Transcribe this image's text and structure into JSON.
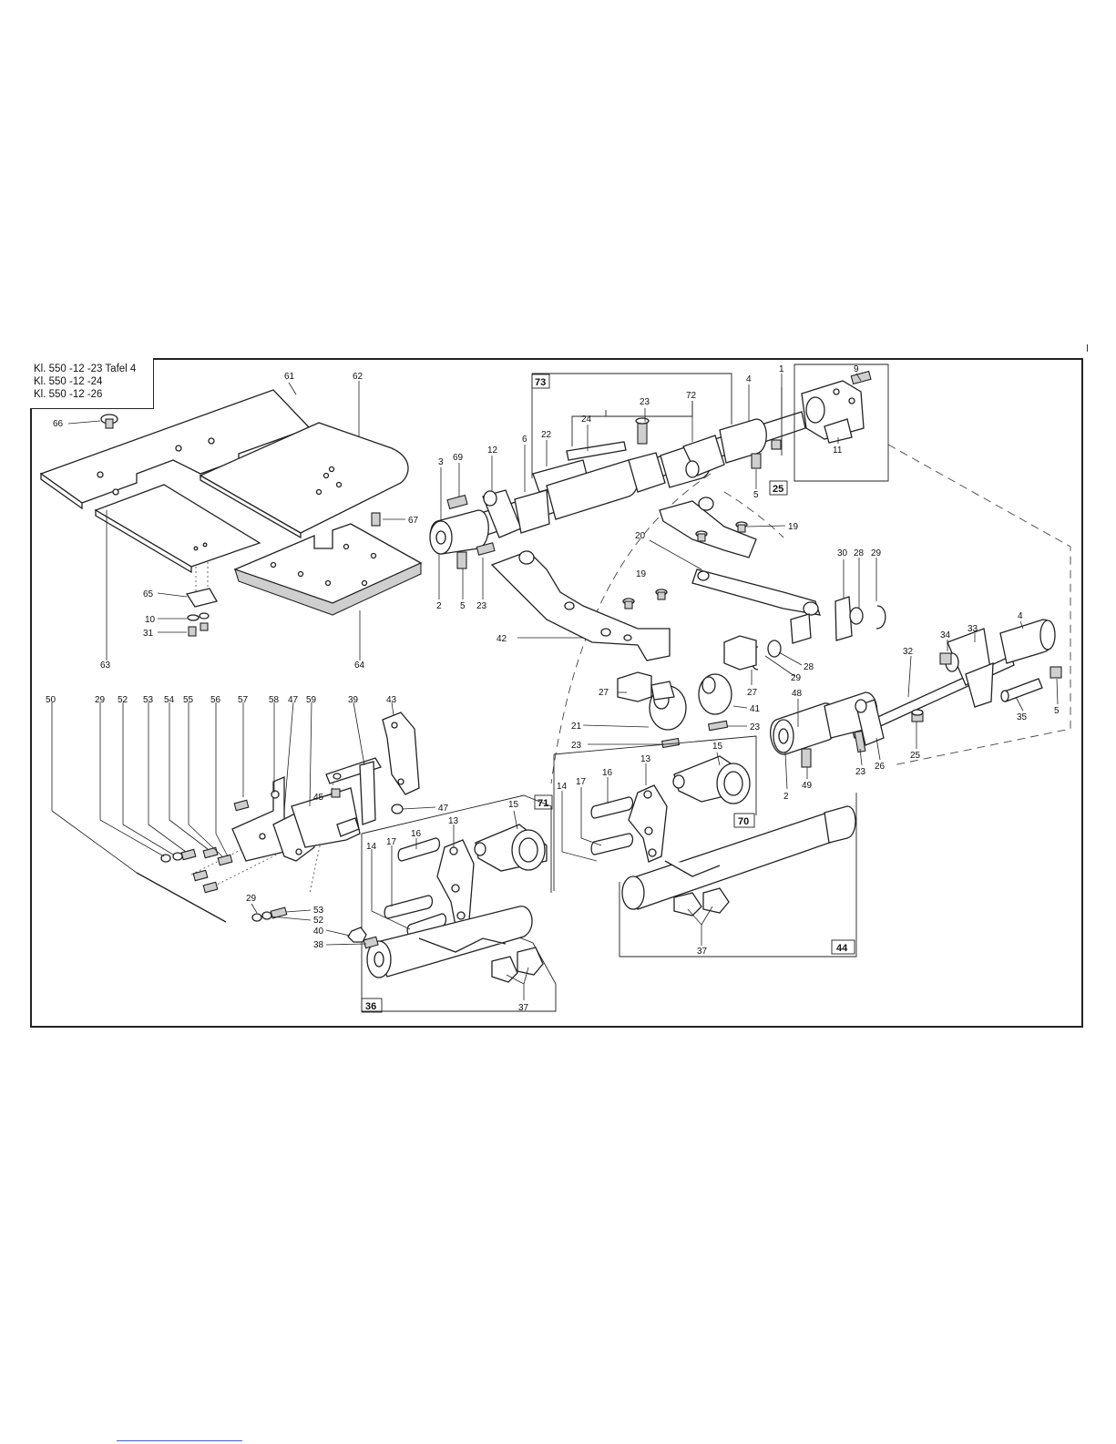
{
  "header": {
    "lines": [
      "Kl. 550 -12 -23  Tafel  4",
      "Kl. 550 -12 -24",
      "Kl. 550 -12 -26"
    ]
  },
  "colors": {
    "lines": "#222222",
    "shading": "#cfcfcf",
    "background": "#ffffff",
    "footer_link": "#3a5fd0"
  },
  "labels": [
    {
      "id": "l61",
      "t": "61"
    },
    {
      "id": "l62",
      "t": "62"
    },
    {
      "id": "l66",
      "t": "66"
    },
    {
      "id": "l67",
      "t": "67"
    },
    {
      "id": "l63",
      "t": "63"
    },
    {
      "id": "l64",
      "t": "64"
    },
    {
      "id": "l65",
      "t": "65"
    },
    {
      "id": "l10",
      "t": "10"
    },
    {
      "id": "l31",
      "t": "31"
    },
    {
      "id": "l3",
      "t": "3"
    },
    {
      "id": "l69",
      "t": "69"
    },
    {
      "id": "l12",
      "t": "12"
    },
    {
      "id": "l6",
      "t": "6"
    },
    {
      "id": "l22",
      "t": "22"
    },
    {
      "id": "l24",
      "t": "24"
    },
    {
      "id": "l23a",
      "t": "23"
    },
    {
      "id": "l72",
      "t": "72"
    },
    {
      "id": "l4a",
      "t": "4"
    },
    {
      "id": "l1",
      "t": "1"
    },
    {
      "id": "l9",
      "t": "9"
    },
    {
      "id": "l11",
      "t": "11"
    },
    {
      "id": "l5a",
      "t": "5"
    },
    {
      "id": "l2a",
      "t": "2"
    },
    {
      "id": "l5b",
      "t": "5"
    },
    {
      "id": "l23b",
      "t": "23"
    },
    {
      "id": "l20",
      "t": "20"
    },
    {
      "id": "l19a",
      "t": "19"
    },
    {
      "id": "l19b",
      "t": "19"
    },
    {
      "id": "l30",
      "t": "30"
    },
    {
      "id": "l28a",
      "t": "28"
    },
    {
      "id": "l29a",
      "t": "29"
    },
    {
      "id": "l42",
      "t": "42"
    },
    {
      "id": "l4b",
      "t": "4"
    },
    {
      "id": "l34",
      "t": "34"
    },
    {
      "id": "l33",
      "t": "33"
    },
    {
      "id": "l32",
      "t": "32"
    },
    {
      "id": "l28b",
      "t": "28"
    },
    {
      "id": "l29b",
      "t": "29"
    },
    {
      "id": "l27a",
      "t": "27"
    },
    {
      "id": "l27b",
      "t": "27"
    },
    {
      "id": "l41",
      "t": "41"
    },
    {
      "id": "l21",
      "t": "21"
    },
    {
      "id": "l23c",
      "t": "23"
    },
    {
      "id": "l23d",
      "t": "23"
    },
    {
      "id": "l48",
      "t": "48"
    },
    {
      "id": "l5c",
      "t": "5"
    },
    {
      "id": "l35",
      "t": "35"
    },
    {
      "id": "l25b",
      "t": "25"
    },
    {
      "id": "l26",
      "t": "26"
    },
    {
      "id": "l23e",
      "t": "23"
    },
    {
      "id": "l49",
      "t": "49"
    },
    {
      "id": "l2b",
      "t": "2"
    },
    {
      "id": "l13a",
      "t": "13"
    },
    {
      "id": "l15a",
      "t": "15"
    },
    {
      "id": "l14a",
      "t": "14"
    },
    {
      "id": "l17a",
      "t": "17"
    },
    {
      "id": "l16a",
      "t": "16"
    },
    {
      "id": "l50",
      "t": "50"
    },
    {
      "id": "l29c",
      "t": "29"
    },
    {
      "id": "l52a",
      "t": "52"
    },
    {
      "id": "l53a",
      "t": "53"
    },
    {
      "id": "l54",
      "t": "54"
    },
    {
      "id": "l55",
      "t": "55"
    },
    {
      "id": "l56",
      "t": "56"
    },
    {
      "id": "l57",
      "t": "57"
    },
    {
      "id": "l58",
      "t": "58"
    },
    {
      "id": "l47a",
      "t": "47"
    },
    {
      "id": "l59",
      "t": "59"
    },
    {
      "id": "l39",
      "t": "39"
    },
    {
      "id": "l43",
      "t": "43"
    },
    {
      "id": "l45",
      "t": "45"
    },
    {
      "id": "l47b",
      "t": "47"
    },
    {
      "id": "l15b",
      "t": "15"
    },
    {
      "id": "l13b",
      "t": "13"
    },
    {
      "id": "l16b",
      "t": "16"
    },
    {
      "id": "l17b",
      "t": "17"
    },
    {
      "id": "l14b",
      "t": "14"
    },
    {
      "id": "l29d",
      "t": "29"
    },
    {
      "id": "l53b",
      "t": "53"
    },
    {
      "id": "l52b",
      "t": "52"
    },
    {
      "id": "l40",
      "t": "40"
    },
    {
      "id": "l38",
      "t": "38"
    },
    {
      "id": "l37a",
      "t": "37"
    },
    {
      "id": "l37b",
      "t": "37"
    }
  ],
  "boxed_labels": [
    {
      "id": "b73",
      "t": "73"
    },
    {
      "id": "b25",
      "t": "25"
    },
    {
      "id": "b70",
      "t": "70"
    },
    {
      "id": "b71",
      "t": "71"
    },
    {
      "id": "b44",
      "t": "44"
    },
    {
      "id": "b36",
      "t": "36"
    }
  ]
}
